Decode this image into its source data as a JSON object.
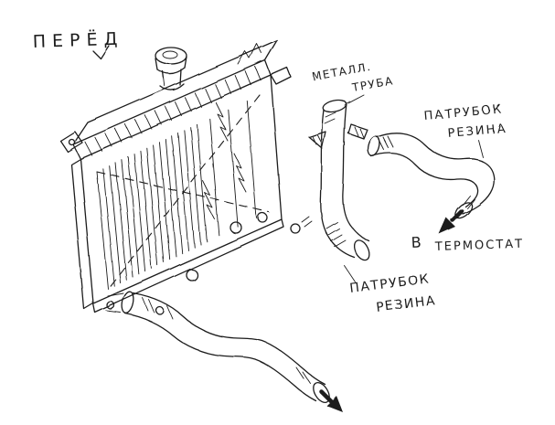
{
  "meta": {
    "description": "Hand-drawn sketch of an automotive radiator with metal pipe and rubber coolant hoses, labelled in Russian"
  },
  "labels": {
    "front": "ПЕРЁД",
    "metal_pipe": {
      "line1": "МЕТАЛЛ.",
      "line2": "ТРУБА"
    },
    "upper_hose": {
      "line1": "ПАТРУБОК",
      "line2": "РЕЗИНА"
    },
    "to_thermostat": {
      "prefix": "В",
      "word": "ТЕРМОСТАТ"
    },
    "lower_hose": {
      "line1": "ПАТРУБОК",
      "line2": "РЕЗИНА"
    }
  },
  "colors": {
    "ink": "#1b1b1b",
    "paper": "#ffffff"
  }
}
